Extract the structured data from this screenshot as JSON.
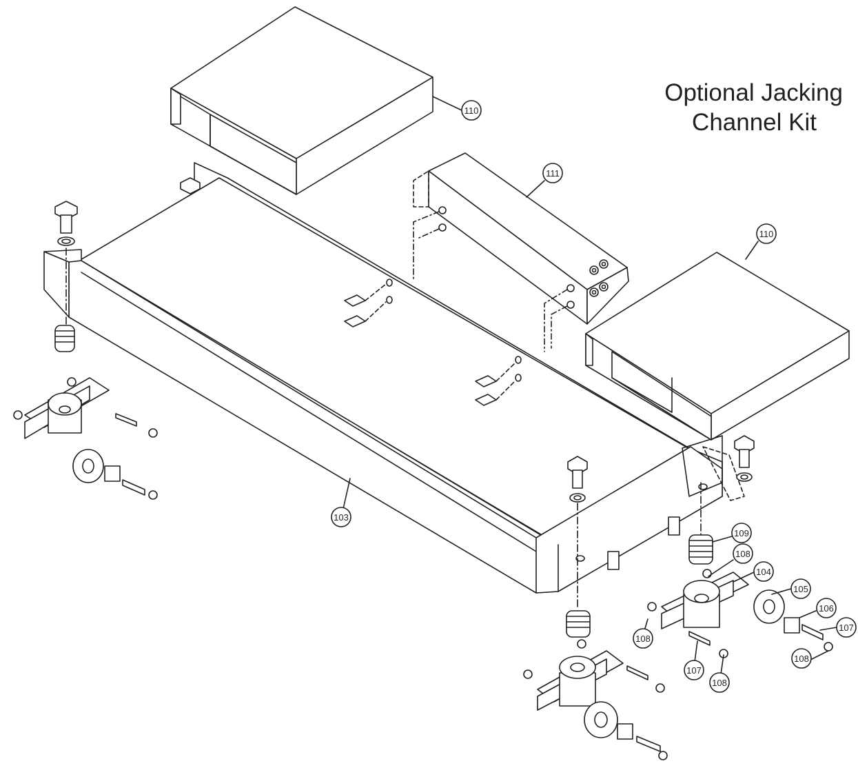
{
  "title": {
    "line1": "Optional Jacking",
    "line2": "Channel Kit"
  },
  "callouts": {
    "c110a": "110",
    "c111": "111",
    "c110b": "110",
    "c103": "103",
    "c109": "109",
    "c108a": "108",
    "c104": "104",
    "c105": "105",
    "c106": "106",
    "c107a": "107",
    "c108b": "108",
    "c107b": "107",
    "c108c": "108",
    "c108d": "108"
  },
  "colors": {
    "ink": "#231f20",
    "paper": "#ffffff"
  }
}
